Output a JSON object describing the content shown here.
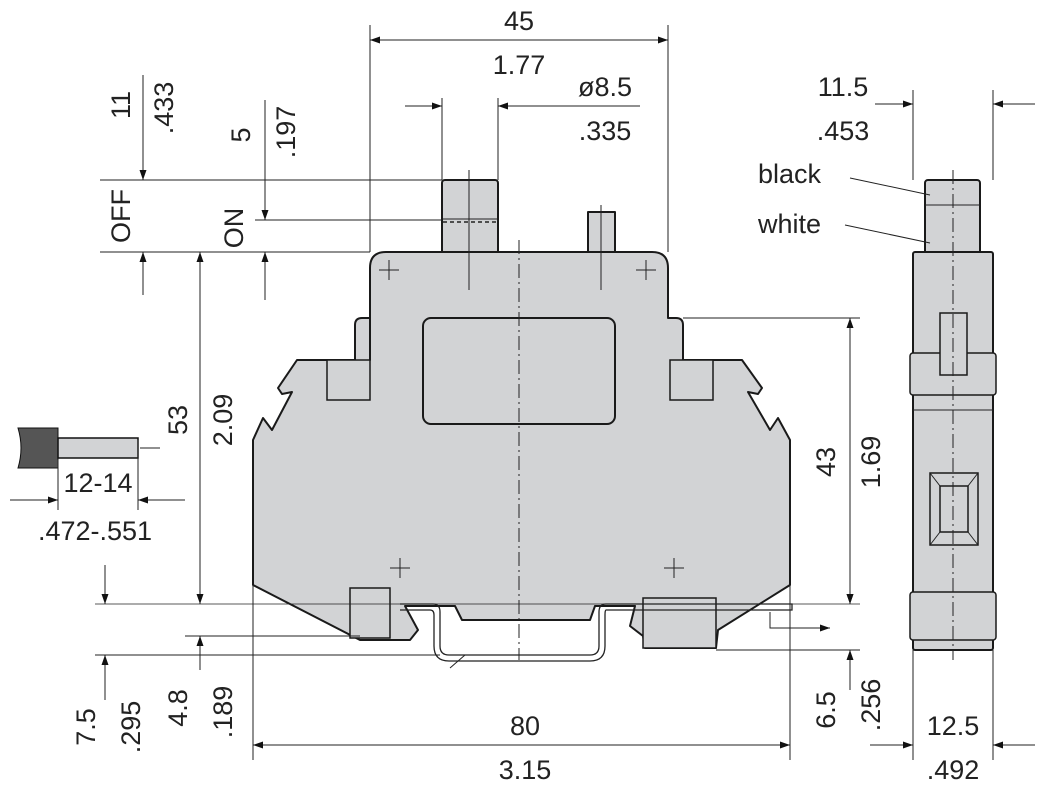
{
  "front_view": {
    "width_mm": "45",
    "width_in": "1.77",
    "pin_dia_mm": "ø8.5",
    "pin_dia_in": ".335",
    "off_travel_mm": "11",
    "off_travel_in": ".433",
    "on_travel_mm": "5",
    "on_travel_in": ".197",
    "off_label": "OFF",
    "on_label": "ON",
    "height_mm": "53",
    "height_in": "2.09",
    "lower_height_mm": "43",
    "lower_height_in": "1.69",
    "rail_mm": "7.5",
    "rail_in": ".295",
    "foot_mm": "4.8",
    "foot_in": ".189",
    "length_mm": "80",
    "length_in": "3.15",
    "release_mm": "6.5",
    "release_in": ".256"
  },
  "wire": {
    "strip_mm": "12-14",
    "strip_in": ".472-.551"
  },
  "side_view": {
    "cap_width_mm": "11.5",
    "cap_width_in": ".453",
    "body_width_mm": "12.5",
    "body_width_in": ".492",
    "black_label": "black",
    "white_label": "white"
  }
}
